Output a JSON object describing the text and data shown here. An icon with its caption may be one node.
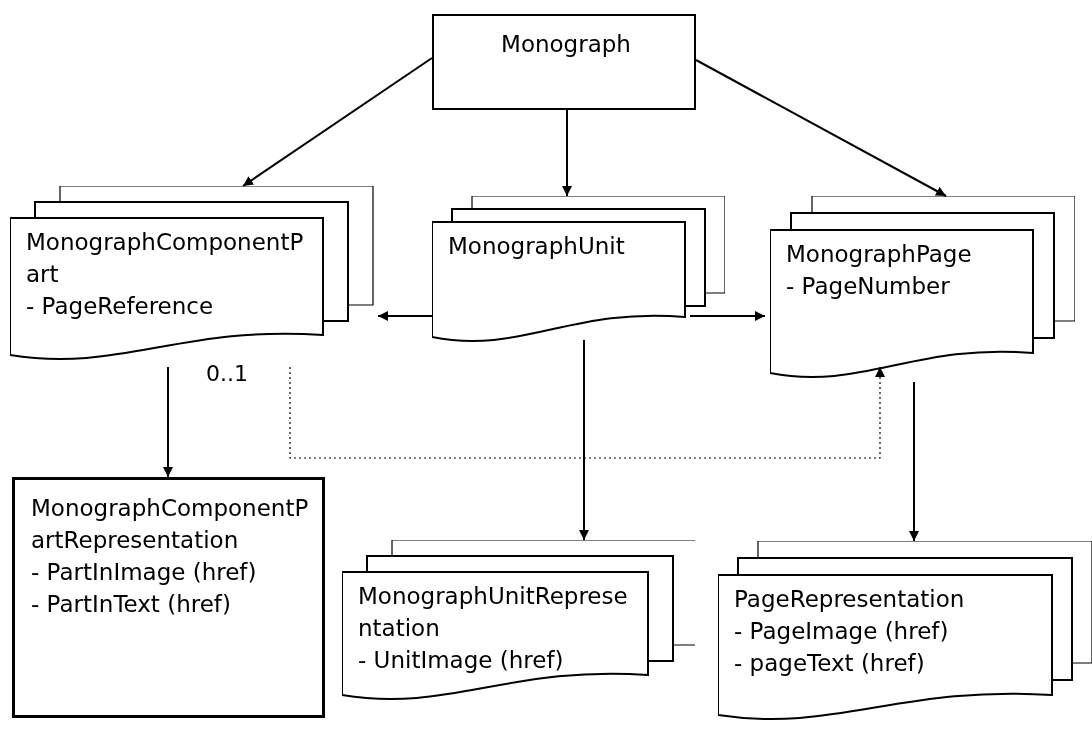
{
  "diagram": {
    "nodes": [
      {
        "text": [
          "Monograph"
        ]
      },
      {
        "text": [
          "MonographComponentPart",
          "- PageReference"
        ]
      },
      {
        "text": [
          "MonographUnit"
        ]
      },
      {
        "text": [
          "MonographPage",
          "- PageNumber"
        ]
      },
      {
        "text": [
          "MonographComponentPartRepresentation",
          "- PartInImage (href)",
          "- PartInText (href)"
        ]
      },
      {
        "text": [
          "MonographUnitRepresentation",
          "- UnitImage (href)"
        ]
      },
      {
        "text": [
          "PageRepresentation",
          "- PageImage (href)",
          "- pageText (href)"
        ]
      }
    ],
    "edges": [
      {
        "from": 0,
        "to": 1,
        "arrow": "to"
      },
      {
        "from": 0,
        "to": 2,
        "arrow": "to"
      },
      {
        "from": 0,
        "to": 3,
        "arrow": "to"
      },
      {
        "from": 2,
        "to": 1,
        "arrow": "to"
      },
      {
        "from": 2,
        "to": 3,
        "arrow": "to"
      },
      {
        "from": 1,
        "to": 4,
        "arrow": "to"
      },
      {
        "from": 2,
        "to": 5,
        "arrow": "to"
      },
      {
        "from": 3,
        "to": 6,
        "arrow": "to"
      },
      {
        "from": 1,
        "to": 3,
        "arrow": "to",
        "style": "dashed",
        "label": "0..1"
      }
    ]
  }
}
